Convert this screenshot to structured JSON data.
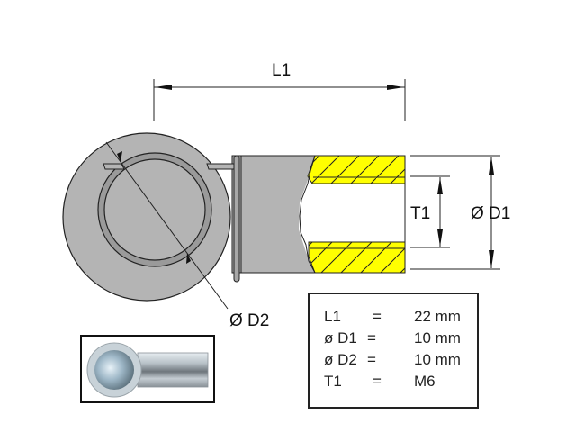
{
  "drawing": {
    "title": "Ball socket technical drawing",
    "colors": {
      "body_gray": "#b4b4b4",
      "ring_gray": "#9a9a9a",
      "thread_yellow": "#ffff00",
      "line": "#111111"
    },
    "dimensions": {
      "L1_label": "L1",
      "D1_label": "Ø D1",
      "D2_label": "Ø D2",
      "T1_label": "T1"
    }
  },
  "specs": [
    {
      "label": "L1",
      "eq": "=",
      "value": "22 mm"
    },
    {
      "label": "ø D1",
      "eq": "=",
      "value": "10 mm"
    },
    {
      "label": "ø D2",
      "eq": "=",
      "value": "10 mm"
    },
    {
      "label": "T1",
      "eq": "=",
      "value": "M6"
    }
  ],
  "photo": {
    "alt": "Product photo of metal ball socket"
  }
}
